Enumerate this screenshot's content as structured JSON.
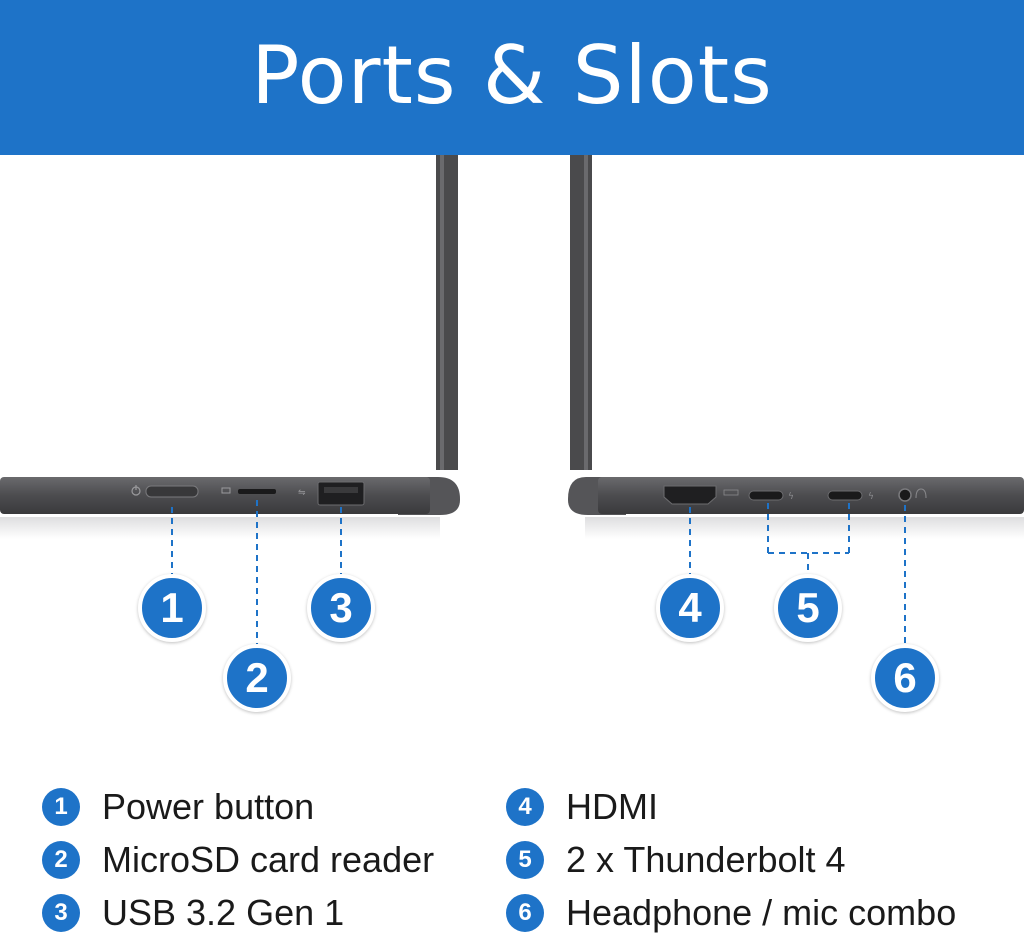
{
  "header": {
    "title": "Ports & Slots"
  },
  "colors": {
    "accent": "#1e73c8",
    "laptop": "#4a4a4c",
    "white": "#ffffff"
  },
  "callouts": [
    {
      "number": "1",
      "port": "Power button"
    },
    {
      "number": "2",
      "port": "MicroSD card reader"
    },
    {
      "number": "3",
      "port": "USB 3.2 Gen 1"
    },
    {
      "number": "4",
      "port": "HDMI"
    },
    {
      "number": "5",
      "port": "2 x Thunderbolt 4"
    },
    {
      "number": "6",
      "port": "Headphone / mic combo"
    }
  ],
  "legend": [
    {
      "number": "1",
      "label": "Power button"
    },
    {
      "number": "2",
      "label": "MicroSD card reader"
    },
    {
      "number": "3",
      "label": "USB 3.2 Gen 1"
    },
    {
      "number": "4",
      "label": "HDMI"
    },
    {
      "number": "5",
      "label": "2 x Thunderbolt 4"
    },
    {
      "number": "6",
      "label": "Headphone / mic combo"
    }
  ],
  "icons": [
    "power-icon",
    "microsd-icon",
    "usb-icon",
    "hdmi-icon",
    "thunderbolt-icon",
    "headphone-icon"
  ]
}
